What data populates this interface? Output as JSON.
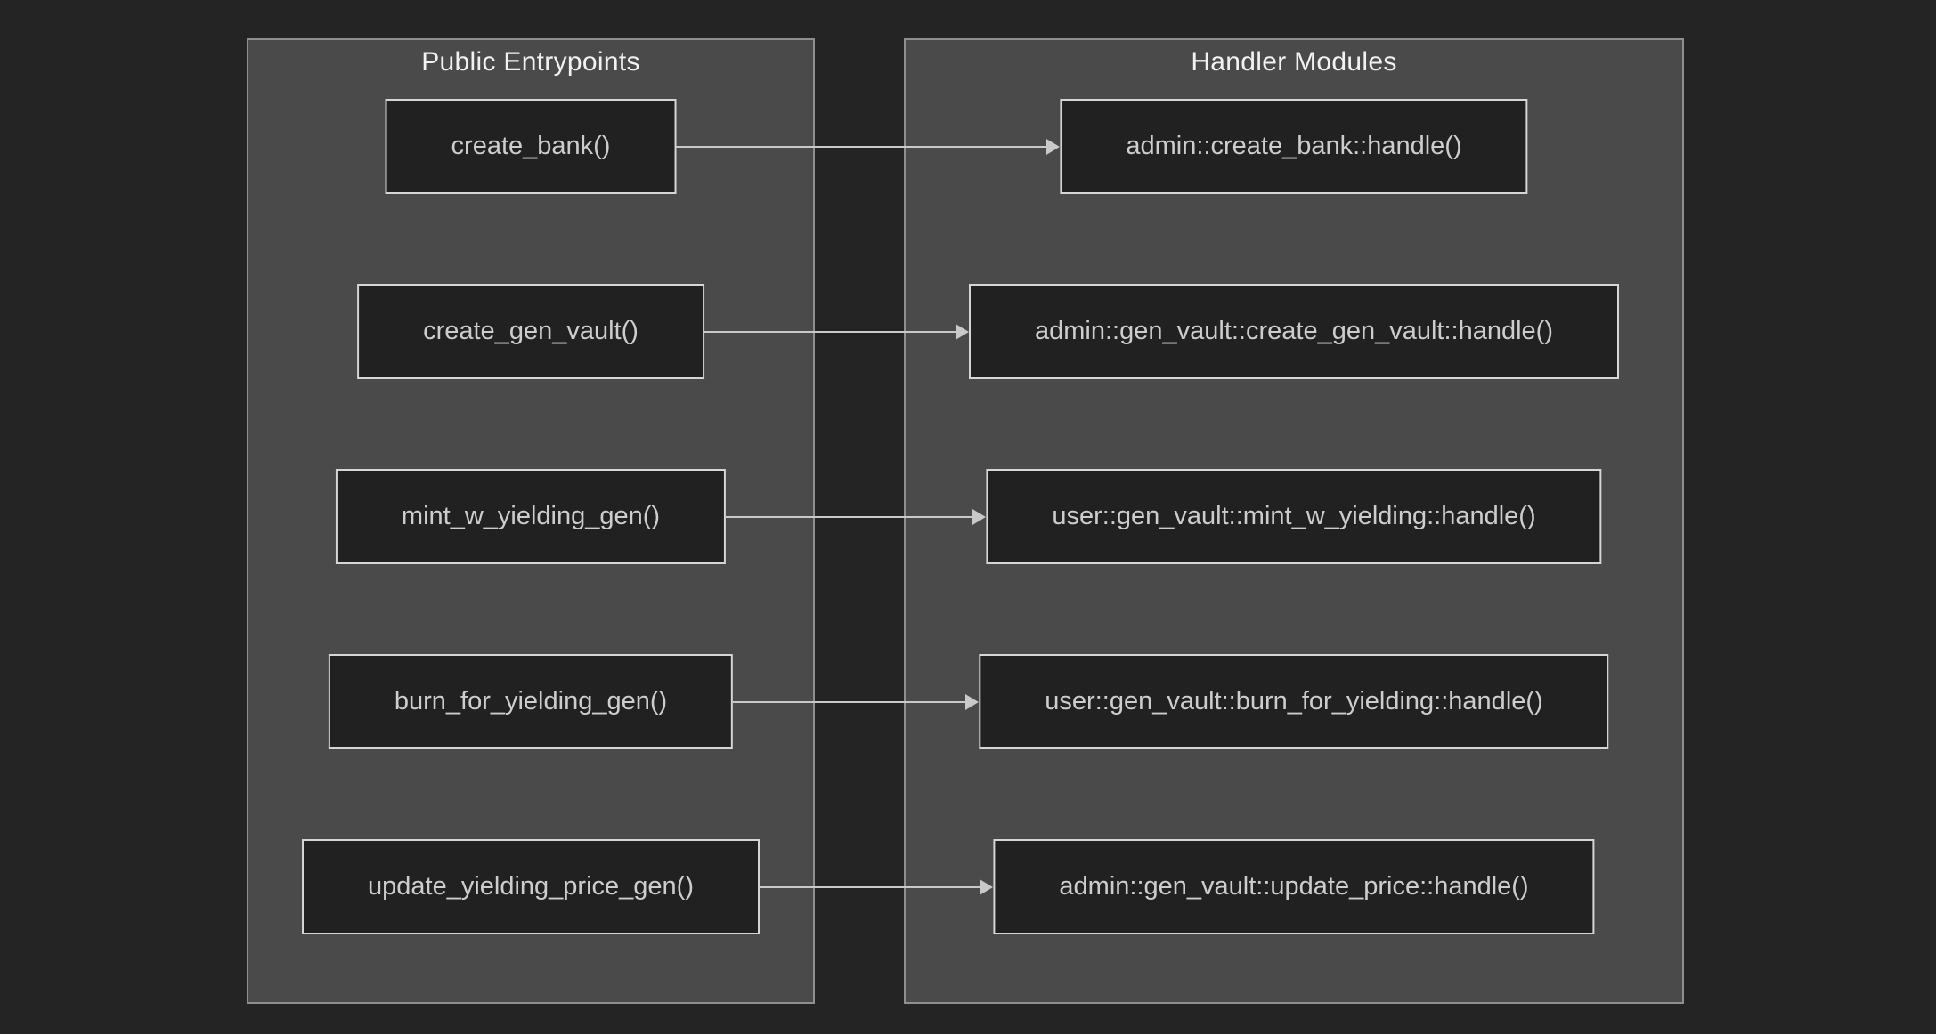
{
  "diagram": {
    "panels": {
      "entrypoints": {
        "title": "Public Entrypoints"
      },
      "handlers": {
        "title": "Handler Modules"
      }
    },
    "rows": [
      {
        "entry": "create_bank()",
        "handler": "admin::create_bank::handle()"
      },
      {
        "entry": "create_gen_vault()",
        "handler": "admin::gen_vault::create_gen_vault::handle()"
      },
      {
        "entry": "mint_w_yielding_gen()",
        "handler": "user::gen_vault::mint_w_yielding::handle()"
      },
      {
        "entry": "burn_for_yielding_gen()",
        "handler": "user::gen_vault::burn_for_yielding::handle()"
      },
      {
        "entry": "update_yielding_price_gen()",
        "handler": "admin::gen_vault::update_price::handle()"
      }
    ]
  },
  "colors": {
    "page_background": "#242424",
    "panel_background": "#4a4a4a",
    "panel_border": "#8f8f8f",
    "node_background": "#212121",
    "node_border": "#d6d6d6",
    "node_text": "#cdcdcd",
    "title_text": "#f2f2f2",
    "arrow": "#c9c9c9"
  }
}
